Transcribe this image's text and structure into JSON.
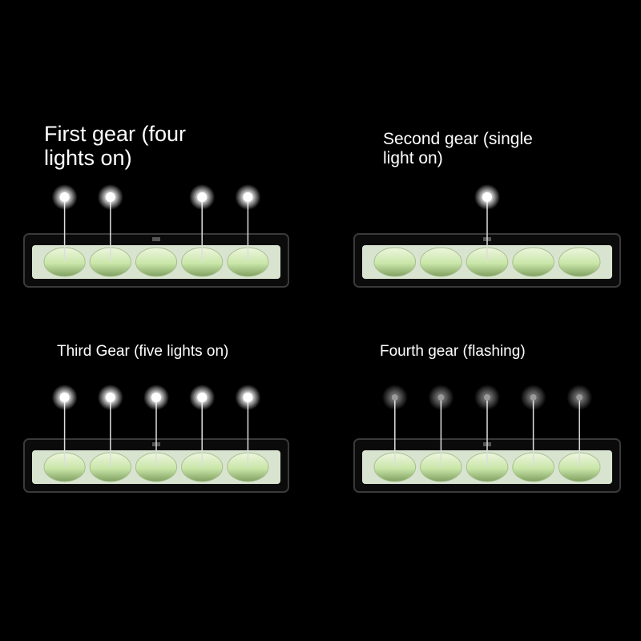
{
  "colors": {
    "background": "#000000",
    "text": "#ffffff",
    "housing": "#0b0b0b",
    "housing_edge": "#3a3a3a",
    "lens_green": "#c9e6a8",
    "glow": "#ffffff"
  },
  "panels": [
    {
      "id": "first",
      "caption": "First gear (four\nlights on)",
      "lights": [
        true,
        true,
        false,
        true,
        true
      ],
      "flashing": false
    },
    {
      "id": "second",
      "caption": "Second gear (single\nlight on)",
      "lights": [
        false,
        false,
        true,
        false,
        false
      ],
      "flashing": false
    },
    {
      "id": "third",
      "caption": "Third Gear (five lights on)",
      "lights": [
        true,
        true,
        true,
        true,
        true
      ],
      "flashing": false
    },
    {
      "id": "fourth",
      "caption": "Fourth gear (flashing)",
      "lights": [
        true,
        true,
        true,
        true,
        true
      ],
      "flashing": true
    }
  ]
}
